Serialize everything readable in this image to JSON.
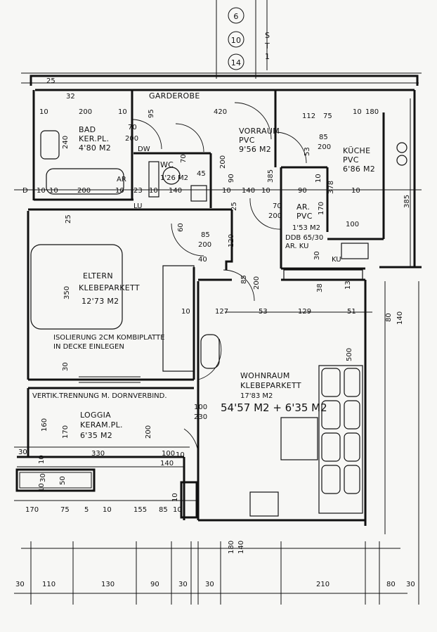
{
  "rooms": {
    "bad": [
      "BAD",
      "KER.PL.",
      "4'80 M2"
    ],
    "garderobe": "GARDEROBE",
    "vorraum": [
      "VORRAUM",
      "PVC",
      "9'56 M2"
    ],
    "kueche": [
      "KÜCHE",
      "PVC",
      "6'86 M2"
    ],
    "wc": [
      "WC",
      "1'26 M2"
    ],
    "ar_pvc": [
      "AR.",
      "PVC",
      "1'53 M2"
    ],
    "eltern": [
      "ELTERN",
      "KLEBEPARKETT",
      "12'73 M2"
    ],
    "wohnraum": [
      "WOHNRAUM",
      "KLEBEPARKETT",
      "17'83 M2"
    ],
    "loggia": [
      "LOGGIA",
      "KERAM.PL.",
      "6'35 M2"
    ]
  },
  "notes": {
    "isolierung": [
      "ISOLIERUNG 2CM KOMBIPLATTE",
      "IN DECKE EINLEGEN"
    ],
    "vertik": "VERTIK.TRENNUNG M. DORNVERBIND.",
    "ddb": "DDB 65/30",
    "ar_ku": "AR. KU",
    "ku": "KU",
    "total": "54'57 M2 + 6'35 M2",
    "header_letters": [
      "S",
      "T",
      "1"
    ]
  },
  "small_labels": {
    "dw": "DW",
    "ar": "AR",
    "lu": "LU",
    "d": "D"
  },
  "circles": [
    "6",
    "10",
    "14"
  ],
  "dims": {
    "top_row": [
      "25",
      "32",
      "10",
      "200",
      "10",
      "420",
      "112",
      "75",
      "10",
      "180"
    ],
    "bad_area": [
      "240",
      "70",
      "200",
      "95",
      "10",
      "10",
      "200",
      "10",
      "23",
      "10",
      "140"
    ],
    "wc_area": [
      "70",
      "45",
      "200",
      "90",
      "10",
      "140",
      "10",
      "385",
      "53",
      "200",
      "85"
    ],
    "kueche_area": [
      "90",
      "10",
      "378",
      "10",
      "385",
      "100",
      "170",
      "70",
      "200",
      "25"
    ],
    "eltern_area": [
      "25",
      "350",
      "60",
      "85",
      "200",
      "120",
      "40",
      "85",
      "200",
      "10",
      "127",
      "53",
      "129",
      "51"
    ],
    "side": [
      "38",
      "13",
      "30",
      "80",
      "140",
      "500",
      "30"
    ],
    "lower": [
      "30",
      "160",
      "170",
      "200",
      "330",
      "100",
      "230",
      "100",
      "140",
      "10"
    ],
    "loggia_bottom": [
      "10",
      "30",
      "50",
      "10",
      "170",
      "75",
      "5",
      "10",
      "155",
      "85",
      "10",
      "10"
    ],
    "bottom": [
      "180",
      "140",
      "30",
      "110",
      "130",
      "90",
      "30",
      "30",
      "210",
      "80",
      "30"
    ]
  }
}
